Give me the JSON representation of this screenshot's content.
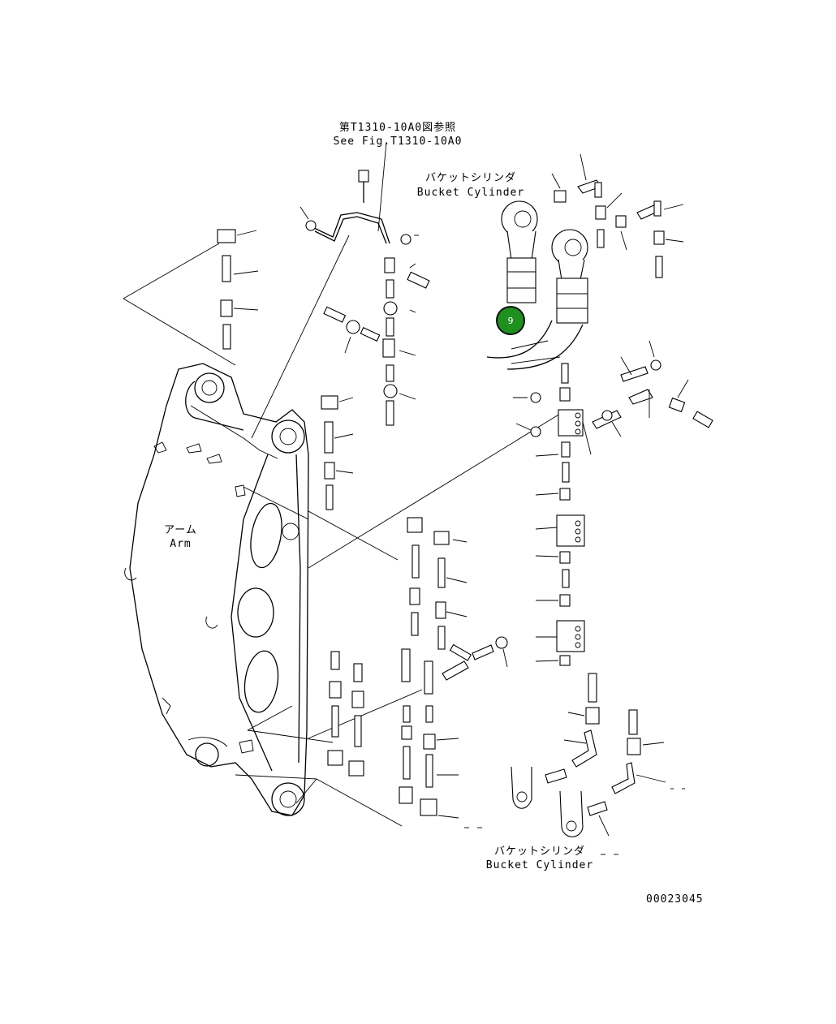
{
  "reference": {
    "jp": "第T1310-10A0図参照",
    "en": "See Fig.T1310-10A0"
  },
  "bucket_cylinder_top": {
    "jp": "バケットシリンダ",
    "en": "Bucket Cylinder"
  },
  "bucket_cylinder_bottom": {
    "jp": "バケットシリンダ",
    "en": "Bucket Cylinder"
  },
  "arm": {
    "jp": "アーム",
    "en": "Arm"
  },
  "callout": {
    "label": "9",
    "color": "#1f8f1f"
  },
  "drawing_number": "00023045"
}
